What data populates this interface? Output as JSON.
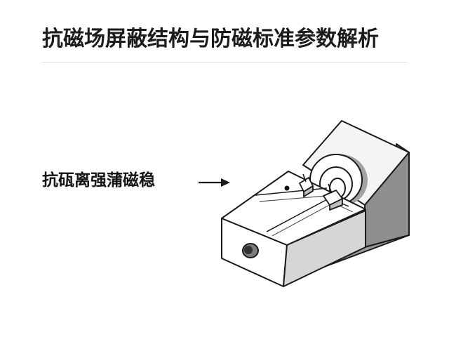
{
  "header": {
    "title": "抗磁场屏蔽结构与防磁标准参数解析"
  },
  "diagram": {
    "callout_label": "抗砙离强蒲磁稳",
    "icons": {
      "arrow": "arrow-right-icon",
      "device": "shielded-sensor-housing-illustration"
    },
    "colors": {
      "stroke": "#1a1a1a",
      "face_light": "#ffffff",
      "face_mid": "#e9e9e9",
      "face_dark": "#8a8a8a",
      "ring_shadow": "#9c9c9c"
    }
  }
}
